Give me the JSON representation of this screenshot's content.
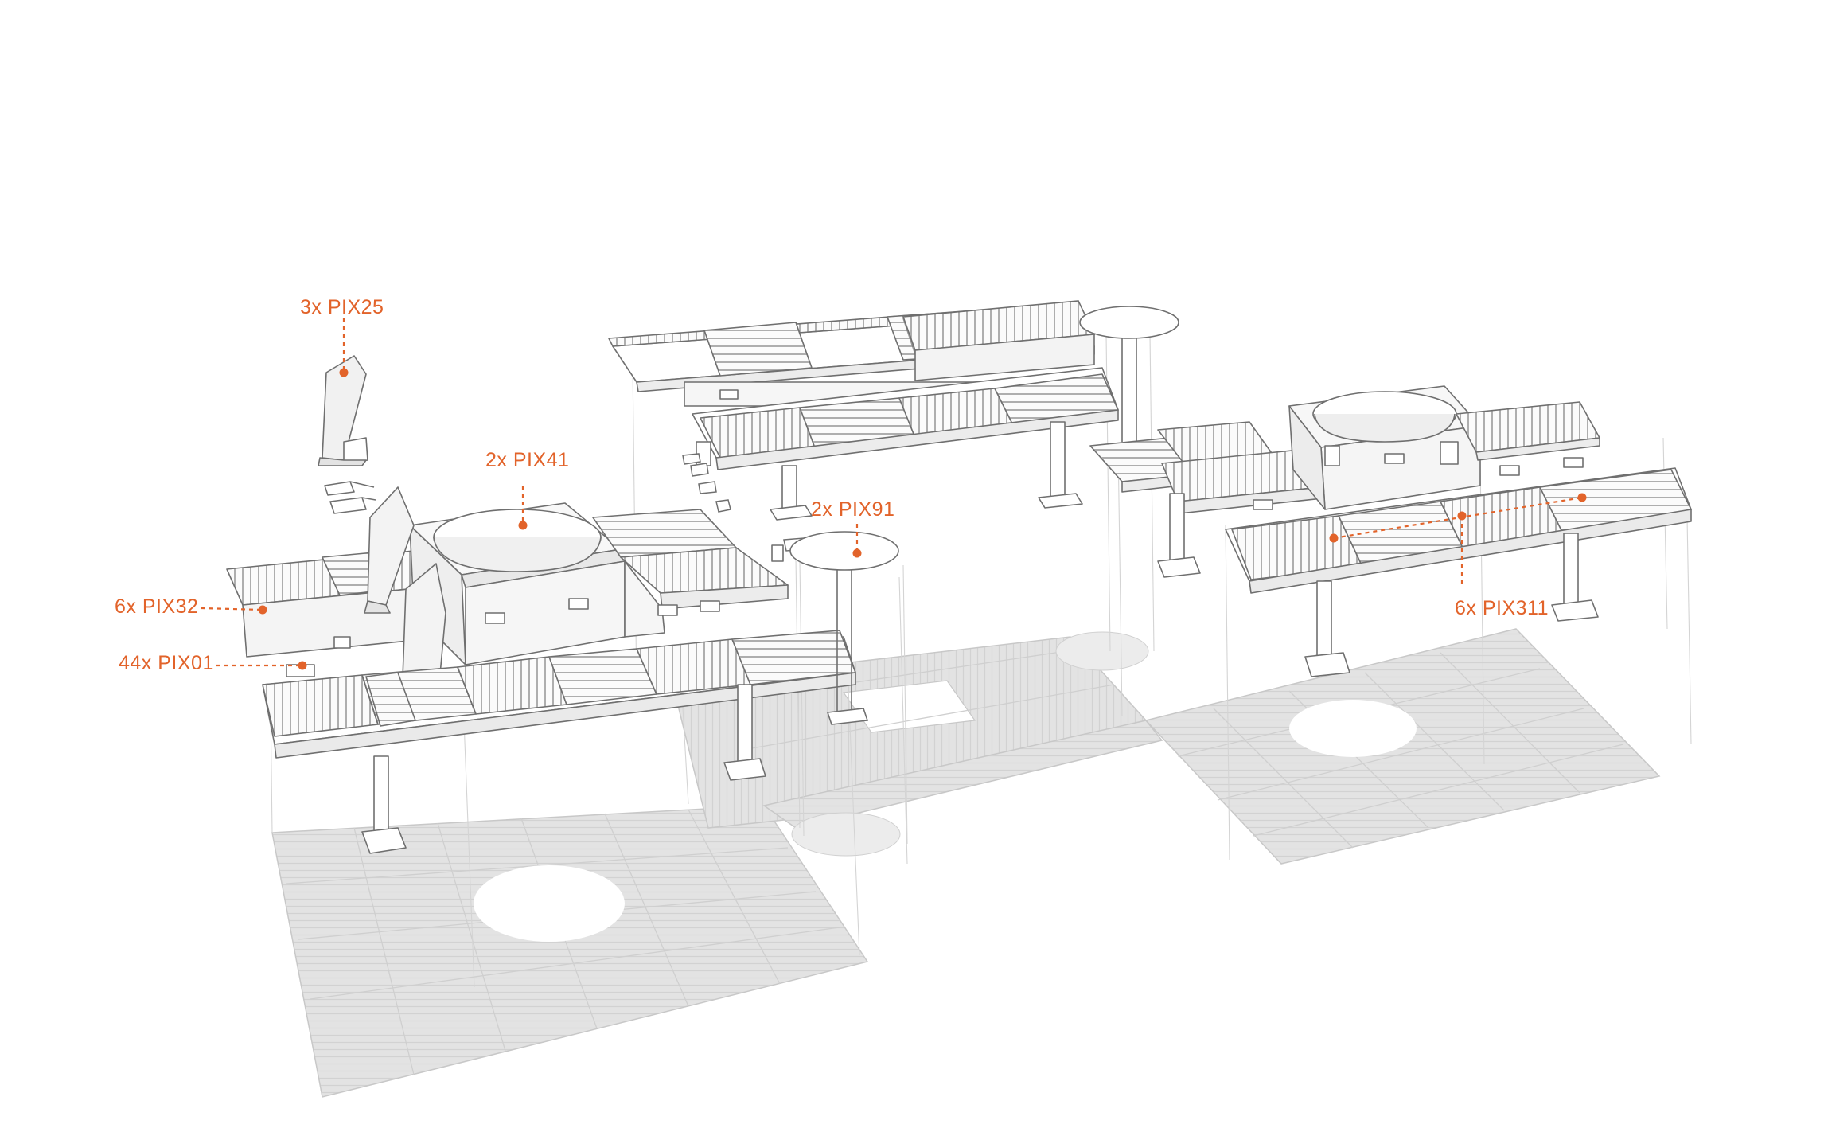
{
  "diagram": {
    "accent_color": "#e2632a",
    "line_color": "#6f6f6f",
    "floor_color": "#e3e3e3",
    "labels": [
      {
        "id": "pix25",
        "text": "3x PIX25"
      },
      {
        "id": "pix41",
        "text": "2x PIX41"
      },
      {
        "id": "pix91",
        "text": "2x PIX91"
      },
      {
        "id": "pix32",
        "text": "6x PIX32"
      },
      {
        "id": "pix01",
        "text": "44x PIX01"
      },
      {
        "id": "pix311",
        "text": "6x PIX311"
      }
    ]
  }
}
